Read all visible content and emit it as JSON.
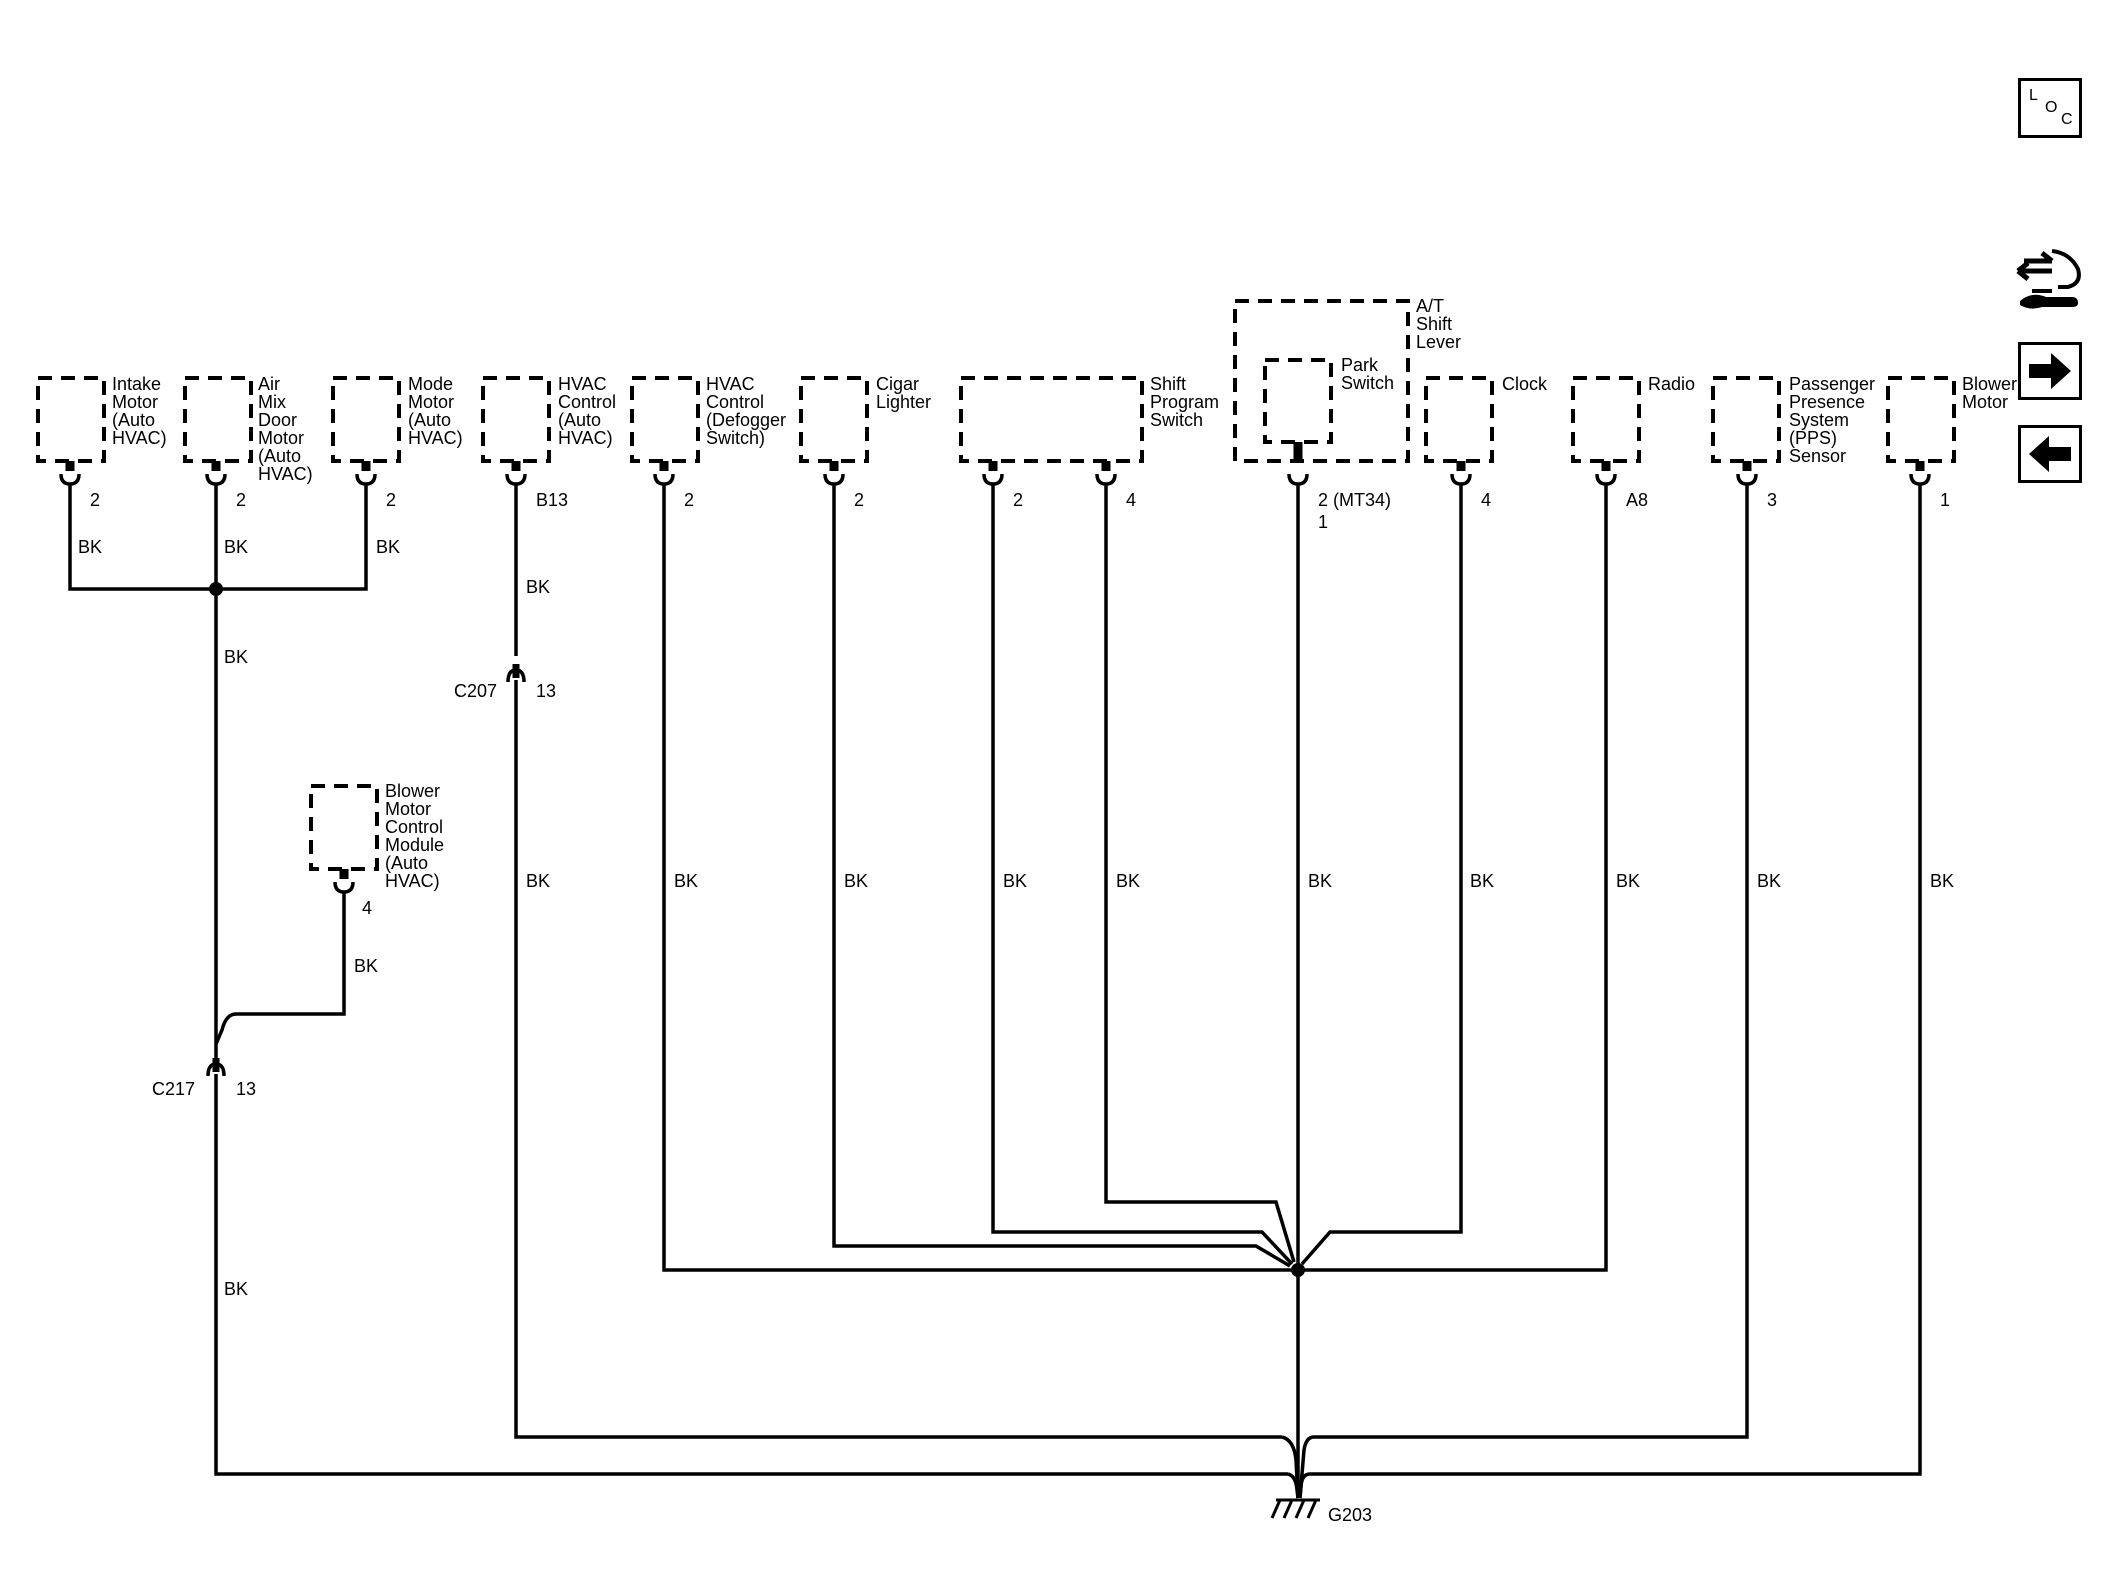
{
  "components": {
    "intake_motor": {
      "name": "Intake\nMotor\n(Auto\nHVAC)",
      "pin": "2"
    },
    "air_mix_motor": {
      "name": "Air\nMix\nDoor\nMotor\n(Auto\nHVAC)",
      "pin": "2"
    },
    "mode_motor": {
      "name": "Mode\nMotor\n(Auto\nHVAC)",
      "pin": "2"
    },
    "hvac_control": {
      "name": "HVAC\nControl\n(Auto\nHVAC)",
      "pin": "B13"
    },
    "hvac_defog": {
      "name": "HVAC\nControl\n(Defogger\nSwitch)",
      "pin": "2"
    },
    "cigar_lighter": {
      "name": "Cigar\nLighter",
      "pin": "2"
    },
    "shift_program": {
      "name": "Shift\nProgram\nSwitch",
      "pin_a": "2",
      "pin_b": "4"
    },
    "at_shift_lever": {
      "name": "A/T\nShift\nLever"
    },
    "park_switch": {
      "name": "Park\nSwitch",
      "pin": "2 (MT34)",
      "pin_sub": "1"
    },
    "clock": {
      "name": "Clock",
      "pin": "4"
    },
    "radio": {
      "name": "Radio",
      "pin": "A8"
    },
    "pps_sensor": {
      "name": "Passenger\nPresence\nSystem\n(PPS)\nSensor",
      "pin": "3"
    },
    "blower_motor": {
      "name": "Blower\nMotor",
      "pin": "1"
    },
    "blower_module": {
      "name": "Blower\nMotor\nControl\nModule\n(Auto\nHVAC)",
      "pin": "4"
    }
  },
  "connectors": {
    "c207": {
      "name": "C207",
      "pin": "13"
    },
    "c217": {
      "name": "C217",
      "pin": "13"
    }
  },
  "ground": {
    "name": "G203"
  },
  "wire_color": "BK",
  "nav": {
    "loc": [
      "L",
      "O",
      "C"
    ]
  }
}
